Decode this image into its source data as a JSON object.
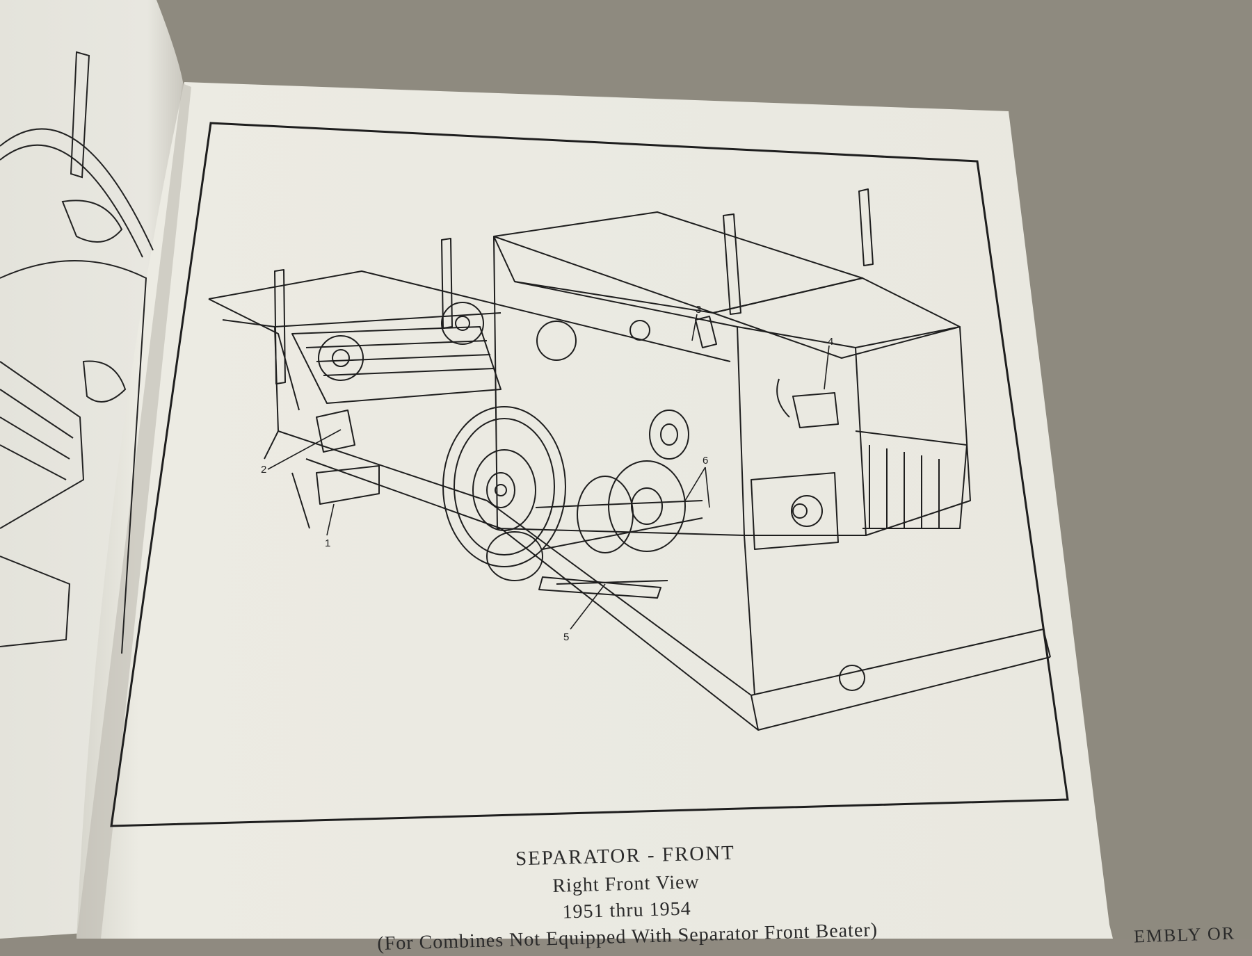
{
  "caption": {
    "title": "SEPARATOR - FRONT",
    "view": "Right Front View",
    "years": "1951 thru 1954",
    "note": "(For Combines Not Equipped With Separator Front Beater)"
  },
  "callouts": [
    "1",
    "2",
    "3",
    "4",
    "5",
    "6"
  ],
  "cut_off_text": "EMBLY OR",
  "colors": {
    "concrete": "#8f8a80",
    "paper": "#ecebe3",
    "ink": "#1e1e1e"
  }
}
